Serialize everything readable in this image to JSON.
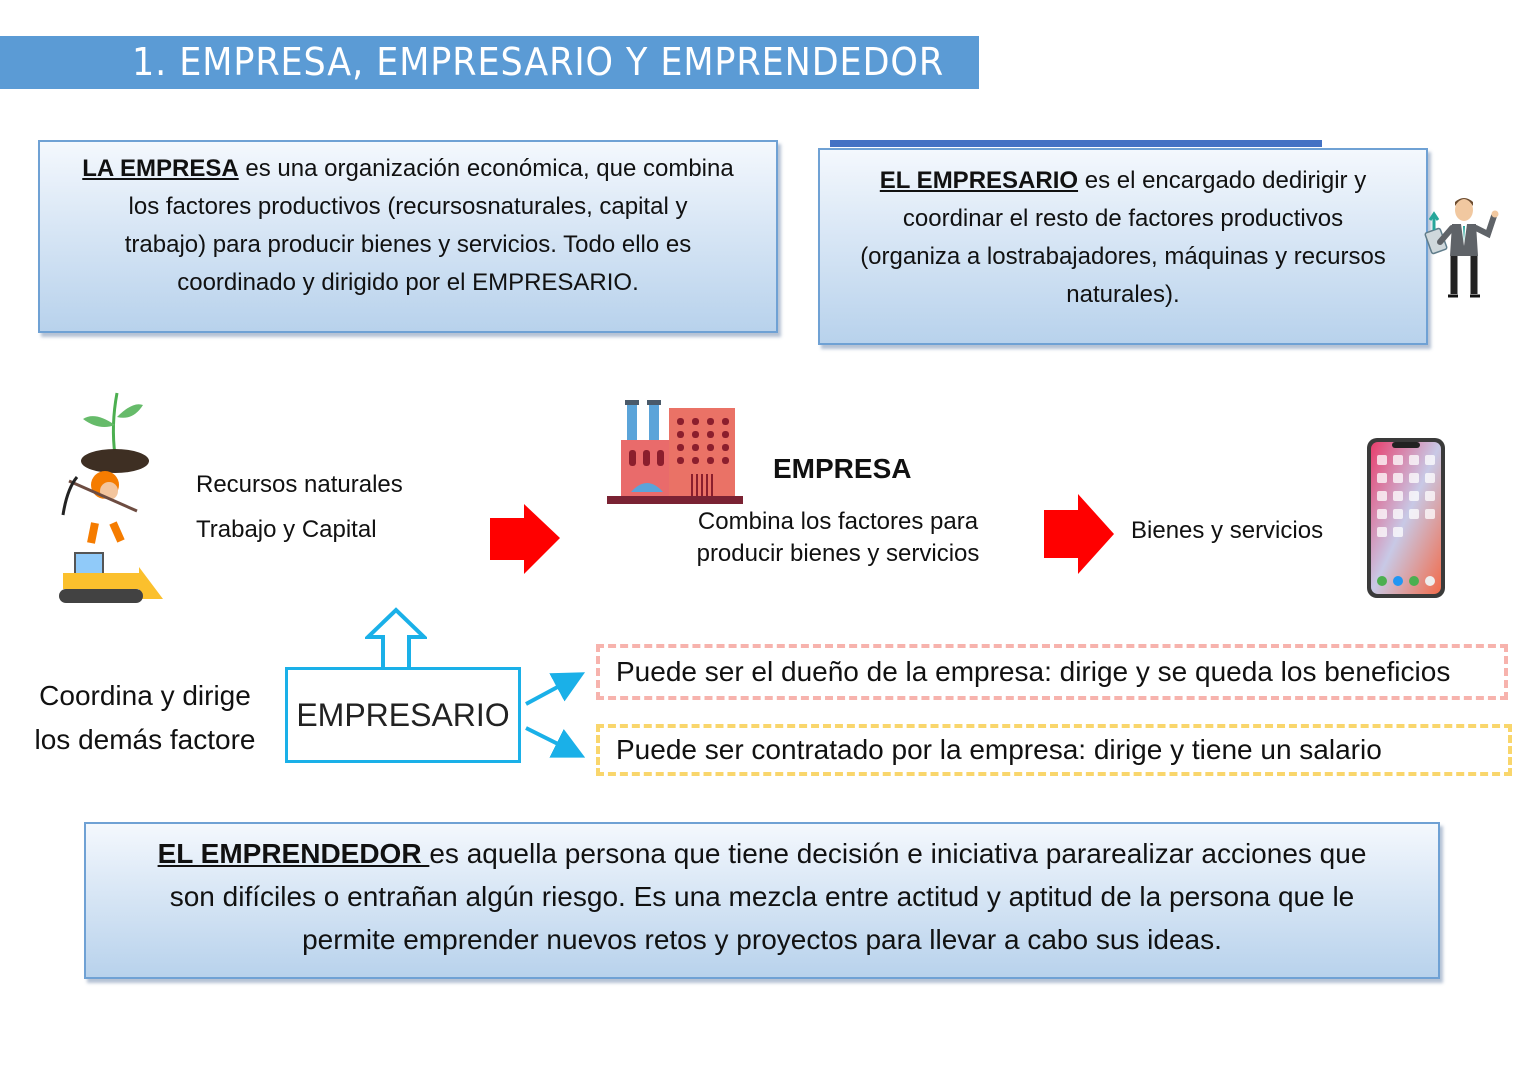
{
  "header": {
    "title": "1. EMPRESA, EMPRESARIO Y EMPRENDEDOR",
    "bar_color": "#5b9bd5"
  },
  "definitions": {
    "empresa": {
      "keyword": "LA EMPRESA",
      "lines": [
        " es una organización económica, que combina",
        "los factores productivos (recursosnaturales, capital y",
        "trabajo) para producir bienes y servicios. Todo ello es",
        "coordinado y dirigido por el EMPRESARIO."
      ]
    },
    "empresario": {
      "keyword": "EL EMPRESARIO",
      "lines": [
        " es el encargado dedirigir y",
        "coordinar el resto de factores productivos",
        "(organiza a lostrabajadores, máquinas y recursos",
        "naturales)."
      ]
    },
    "emprendedor": {
      "keyword": "EL EMPRENDEDOR ",
      "lines": [
        "es aquella persona que tiene decisión e iniciativa pararealizar acciones que",
        "son difíciles o entrañan algún riesgo. Es una mezcla entre actitud y aptitud de la persona que le",
        "permite emprender nuevos retos y proyectos para llevar a cabo sus ideas."
      ]
    }
  },
  "flow": {
    "inputs": {
      "line1": "Recursos naturales",
      "line2": "Trabajo y Capital",
      "icon": "worker-plant-bulldozer-icon"
    },
    "arrow_color": "#ff0000",
    "empresa": {
      "title": "EMPRESA",
      "description": "Combina los factores para producir bienes y servicios",
      "icon": "factory-icon"
    },
    "output": {
      "label": "Bienes y servicios",
      "icon": "smartphone-icon"
    }
  },
  "empresario_section": {
    "left_text_line1": "Coordina y dirige",
    "left_text_line2": "los demás factore",
    "box_label": "EMPRESARIO",
    "box_color": "#1ab0e8",
    "options": [
      {
        "text": "Puede ser el dueño de la empresa: dirige y se queda los beneficios",
        "border_color": "#f7b3ad"
      },
      {
        "text": "Puede ser contratado por la empresa: dirige y tiene un salario",
        "border_color": "#f9d66c"
      }
    ]
  }
}
